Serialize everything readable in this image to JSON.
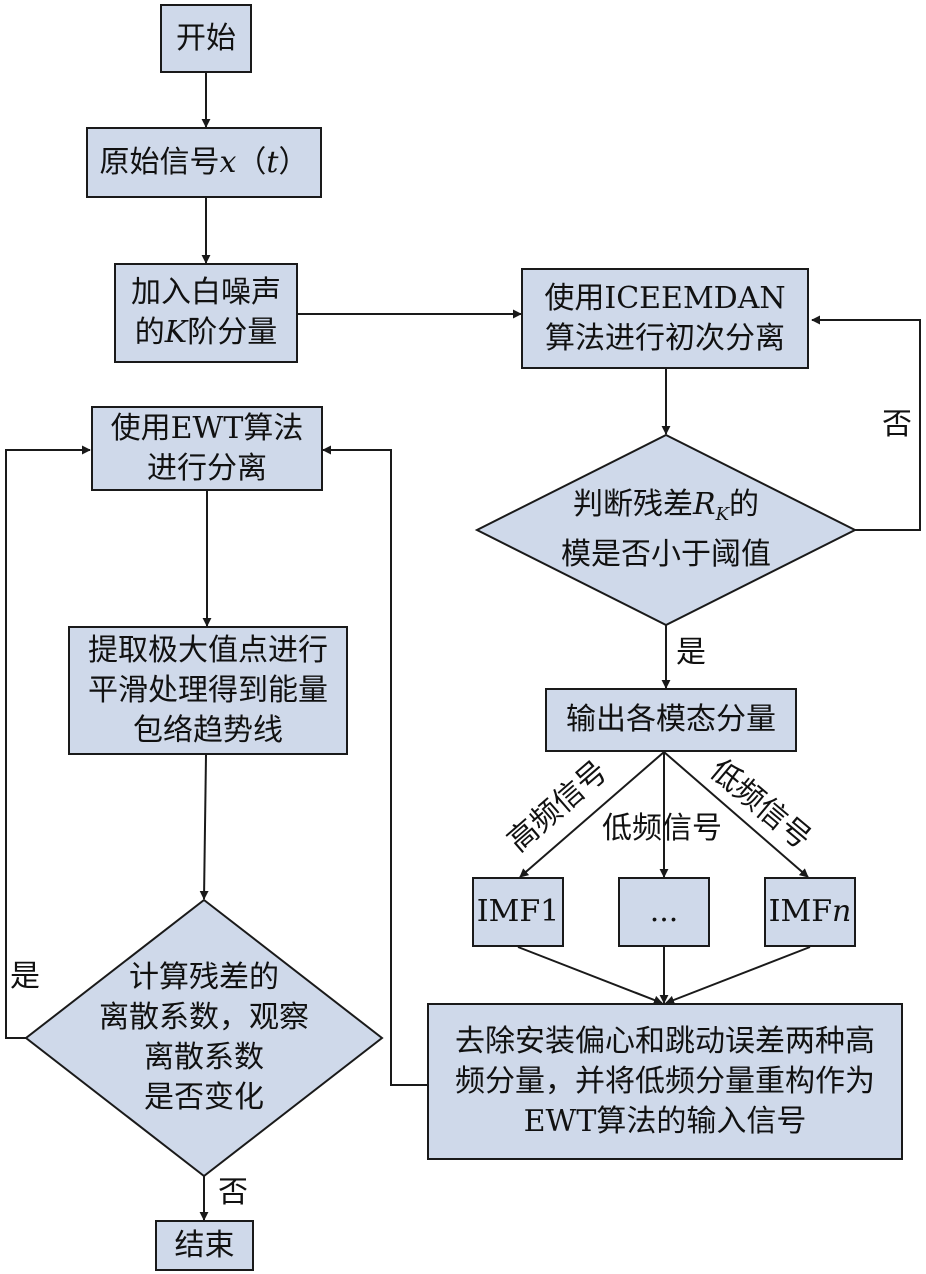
{
  "nodes": {
    "start": "开始",
    "signal": {
      "pre": "原始信号",
      "var": "x",
      "open": "（",
      "arg": "t",
      "close": "）"
    },
    "noise": {
      "line1": "加入白噪声",
      "line2_pre": "的",
      "line2_var": "K",
      "line2_post": "阶分量"
    },
    "iceemdan": {
      "line1": "使用ICEEMDAN",
      "line2": "算法进行初次分离"
    },
    "residual_check": {
      "line1_pre": "判断残差",
      "line1_var": "R",
      "line1_sub": "K",
      "line1_post": "的",
      "line2": "模是否小于阈值"
    },
    "output": "输出各模态分量",
    "imf1": "IMF1",
    "imf_mid": "...",
    "imfn": {
      "pre": "IMF",
      "var": "n"
    },
    "remove": {
      "line1": "去除安装偏心和跳动误差两种高",
      "line2": "频分量，并将低频分量重构作为",
      "line3": "EWT算法的输入信号"
    },
    "ewt": {
      "line1": "使用EWT算法",
      "line2": "进行分离"
    },
    "extract": {
      "line1": "提取极大值点进行",
      "line2": "平滑处理得到能量",
      "line3": "包络趋势线"
    },
    "dispersion": {
      "line1": "计算残差的",
      "line2": "离散系数，观察",
      "line3": "离散系数",
      "line4": "是否变化"
    },
    "end": "结束"
  },
  "edge_labels": {
    "no_right": "否",
    "yes_output": "是",
    "high_freq": "高频信号",
    "low_freq_mid": "低频信号",
    "low_freq_right": "低频信号",
    "yes_left": "是",
    "no_end": "否"
  },
  "colors": {
    "node_fill": "#cfd9ea",
    "stroke": "#1a1a1a"
  }
}
